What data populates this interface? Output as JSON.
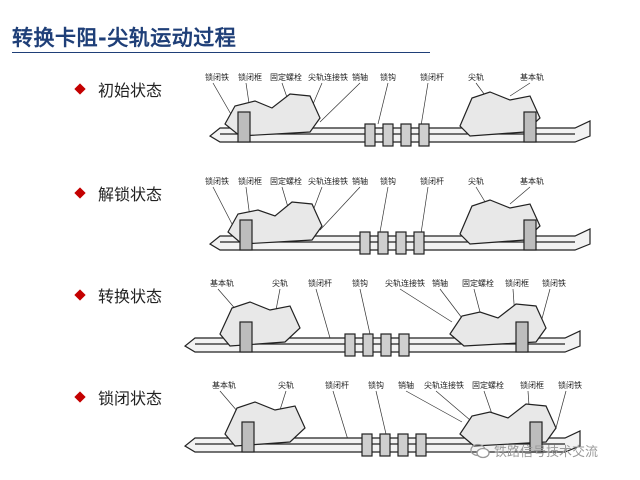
{
  "title": "转换卡阻-尖轨运动过程",
  "states": [
    {
      "name": "初始状态",
      "labels": [
        "锁闭铁",
        "锁闭框",
        "固定螺栓",
        "尖轨连接铁",
        "销轴",
        "锁钩",
        "锁闭杆",
        "尖轨",
        "基本轨"
      ]
    },
    {
      "name": "解锁状态",
      "labels": [
        "锁闭铁",
        "锁闭框",
        "固定螺栓",
        "尖轨连接铁",
        "销轴",
        "锁钩",
        "锁闭杆",
        "尖轨",
        "基本轨"
      ]
    },
    {
      "name": "转换状态",
      "labels": [
        "基本轨",
        "尖轨",
        "锁闭杆",
        "锁钩",
        "尖轨连接铁",
        "销轴",
        "固定螺栓",
        "锁闭框",
        "锁闭铁"
      ]
    },
    {
      "name": "锁闭状态",
      "labels": [
        "基本轨",
        "尖轨",
        "锁闭杆",
        "锁钩",
        "销轴",
        "尖轨连接铁",
        "固定螺栓",
        "锁闭框",
        "锁闭铁"
      ]
    }
  ],
  "watermark": "铁路信号技术交流",
  "colors": {
    "title": "#1f3f78",
    "bullet": "#c40000"
  }
}
